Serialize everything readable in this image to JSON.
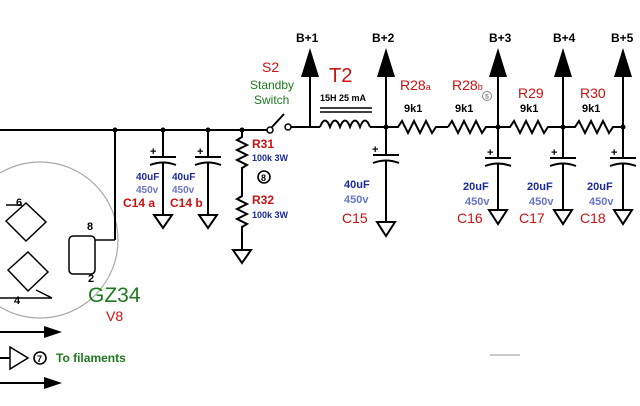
{
  "rails": {
    "b1": "B+1",
    "b2": "B+2",
    "b3": "B+3",
    "b4": "B+4",
    "b5": "B+5"
  },
  "switch": {
    "ref": "S2",
    "name_line1": "Standby",
    "name_line2": "Switch"
  },
  "choke": {
    "ref": "T2",
    "value": "15H 25 mA"
  },
  "resistors": {
    "r28a_main": "R28",
    "r28a_sub": "a",
    "r28b_main": "R28",
    "r28b_sub": "b",
    "r29": "R29",
    "r30": "R30",
    "r28a_val": "9k1",
    "r28b_val": "9k1",
    "r29_val": "9k1",
    "r30_val": "9k1",
    "r31": "R31",
    "r31_val": "100k 3W",
    "r32": "R32",
    "r32_val": "100k 3W"
  },
  "capacitors": {
    "c14a_value": "40uF",
    "c14a_volt": "450v",
    "c14a_ref": "C14 a",
    "c14b_value": "40uF",
    "c14b_volt": "450v",
    "c14b_ref": "C14 b",
    "c15_value": "40uF",
    "c15_volt": "450v",
    "c15_ref": "C15",
    "c16_value": "20uF",
    "c16_volt": "450v",
    "c16_ref": "C16",
    "c17_value": "20uF",
    "c17_volt": "450v",
    "c17_ref": "C17",
    "c18_value": "20uF",
    "c18_volt": "450v",
    "c18_ref": "C18",
    "plus": "+"
  },
  "tube": {
    "type": "GZ34",
    "ref": "V8",
    "pin6": "6",
    "pin8": "8",
    "pin2": "2",
    "pin4": "4"
  },
  "markers": {
    "m8": "8",
    "m5": "5",
    "m7": "7"
  },
  "filaments": {
    "label": "To filaments"
  },
  "colors": {
    "ref_red": "#cc1111",
    "value_blue": "#1a2a9a",
    "volt_blue": "#6a74c8",
    "switch_green": "#1f7a1f",
    "tube_green": "#1f7a1f"
  }
}
